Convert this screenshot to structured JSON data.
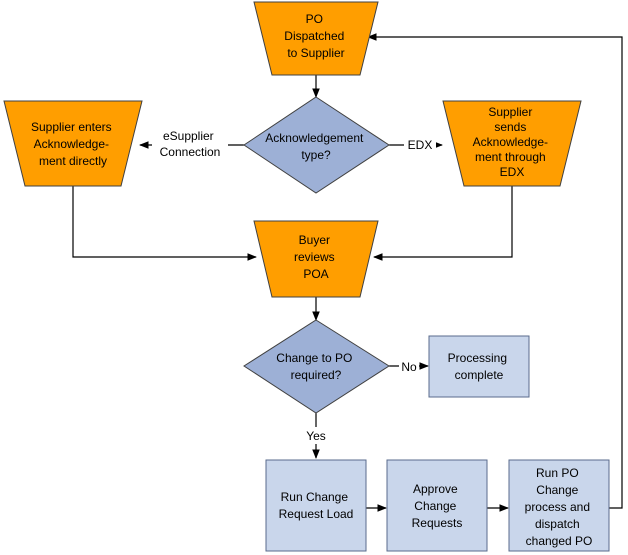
{
  "colors": {
    "manual_fill": "#FF9E00",
    "manual_stroke": "#404040",
    "decision_fill": "#9DB0D6",
    "decision_stroke": "#404040",
    "process_fill": "#C9D6EB",
    "process_stroke": "#5A6B8C",
    "connector": "#000000"
  },
  "nodes": {
    "po_dispatched": [
      "PO",
      "Dispatched",
      "to Supplier"
    ],
    "ack_type": [
      "Acknowledgement",
      "type?"
    ],
    "supplier_enters": [
      "Supplier enters",
      "Acknowledge-",
      "ment directly"
    ],
    "supplier_sends": [
      "Supplier",
      "sends",
      "Acknowledge-",
      "ment through",
      "EDX"
    ],
    "buyer_reviews": [
      "Buyer",
      "reviews",
      "POA"
    ],
    "change_required": [
      "Change to PO",
      "required?"
    ],
    "processing_complete": [
      "Processing",
      "complete"
    ],
    "run_change_request": [
      "Run Change",
      "Request Load"
    ],
    "approve_change": [
      "Approve",
      "Change",
      "Requests"
    ],
    "run_po_change": [
      "Run PO",
      "Change",
      "process and",
      "dispatch",
      "changed PO"
    ]
  },
  "edges": {
    "esupplier": [
      "eSupplier",
      "Connection"
    ],
    "edx": "EDX",
    "no": "No",
    "yes": "Yes"
  }
}
